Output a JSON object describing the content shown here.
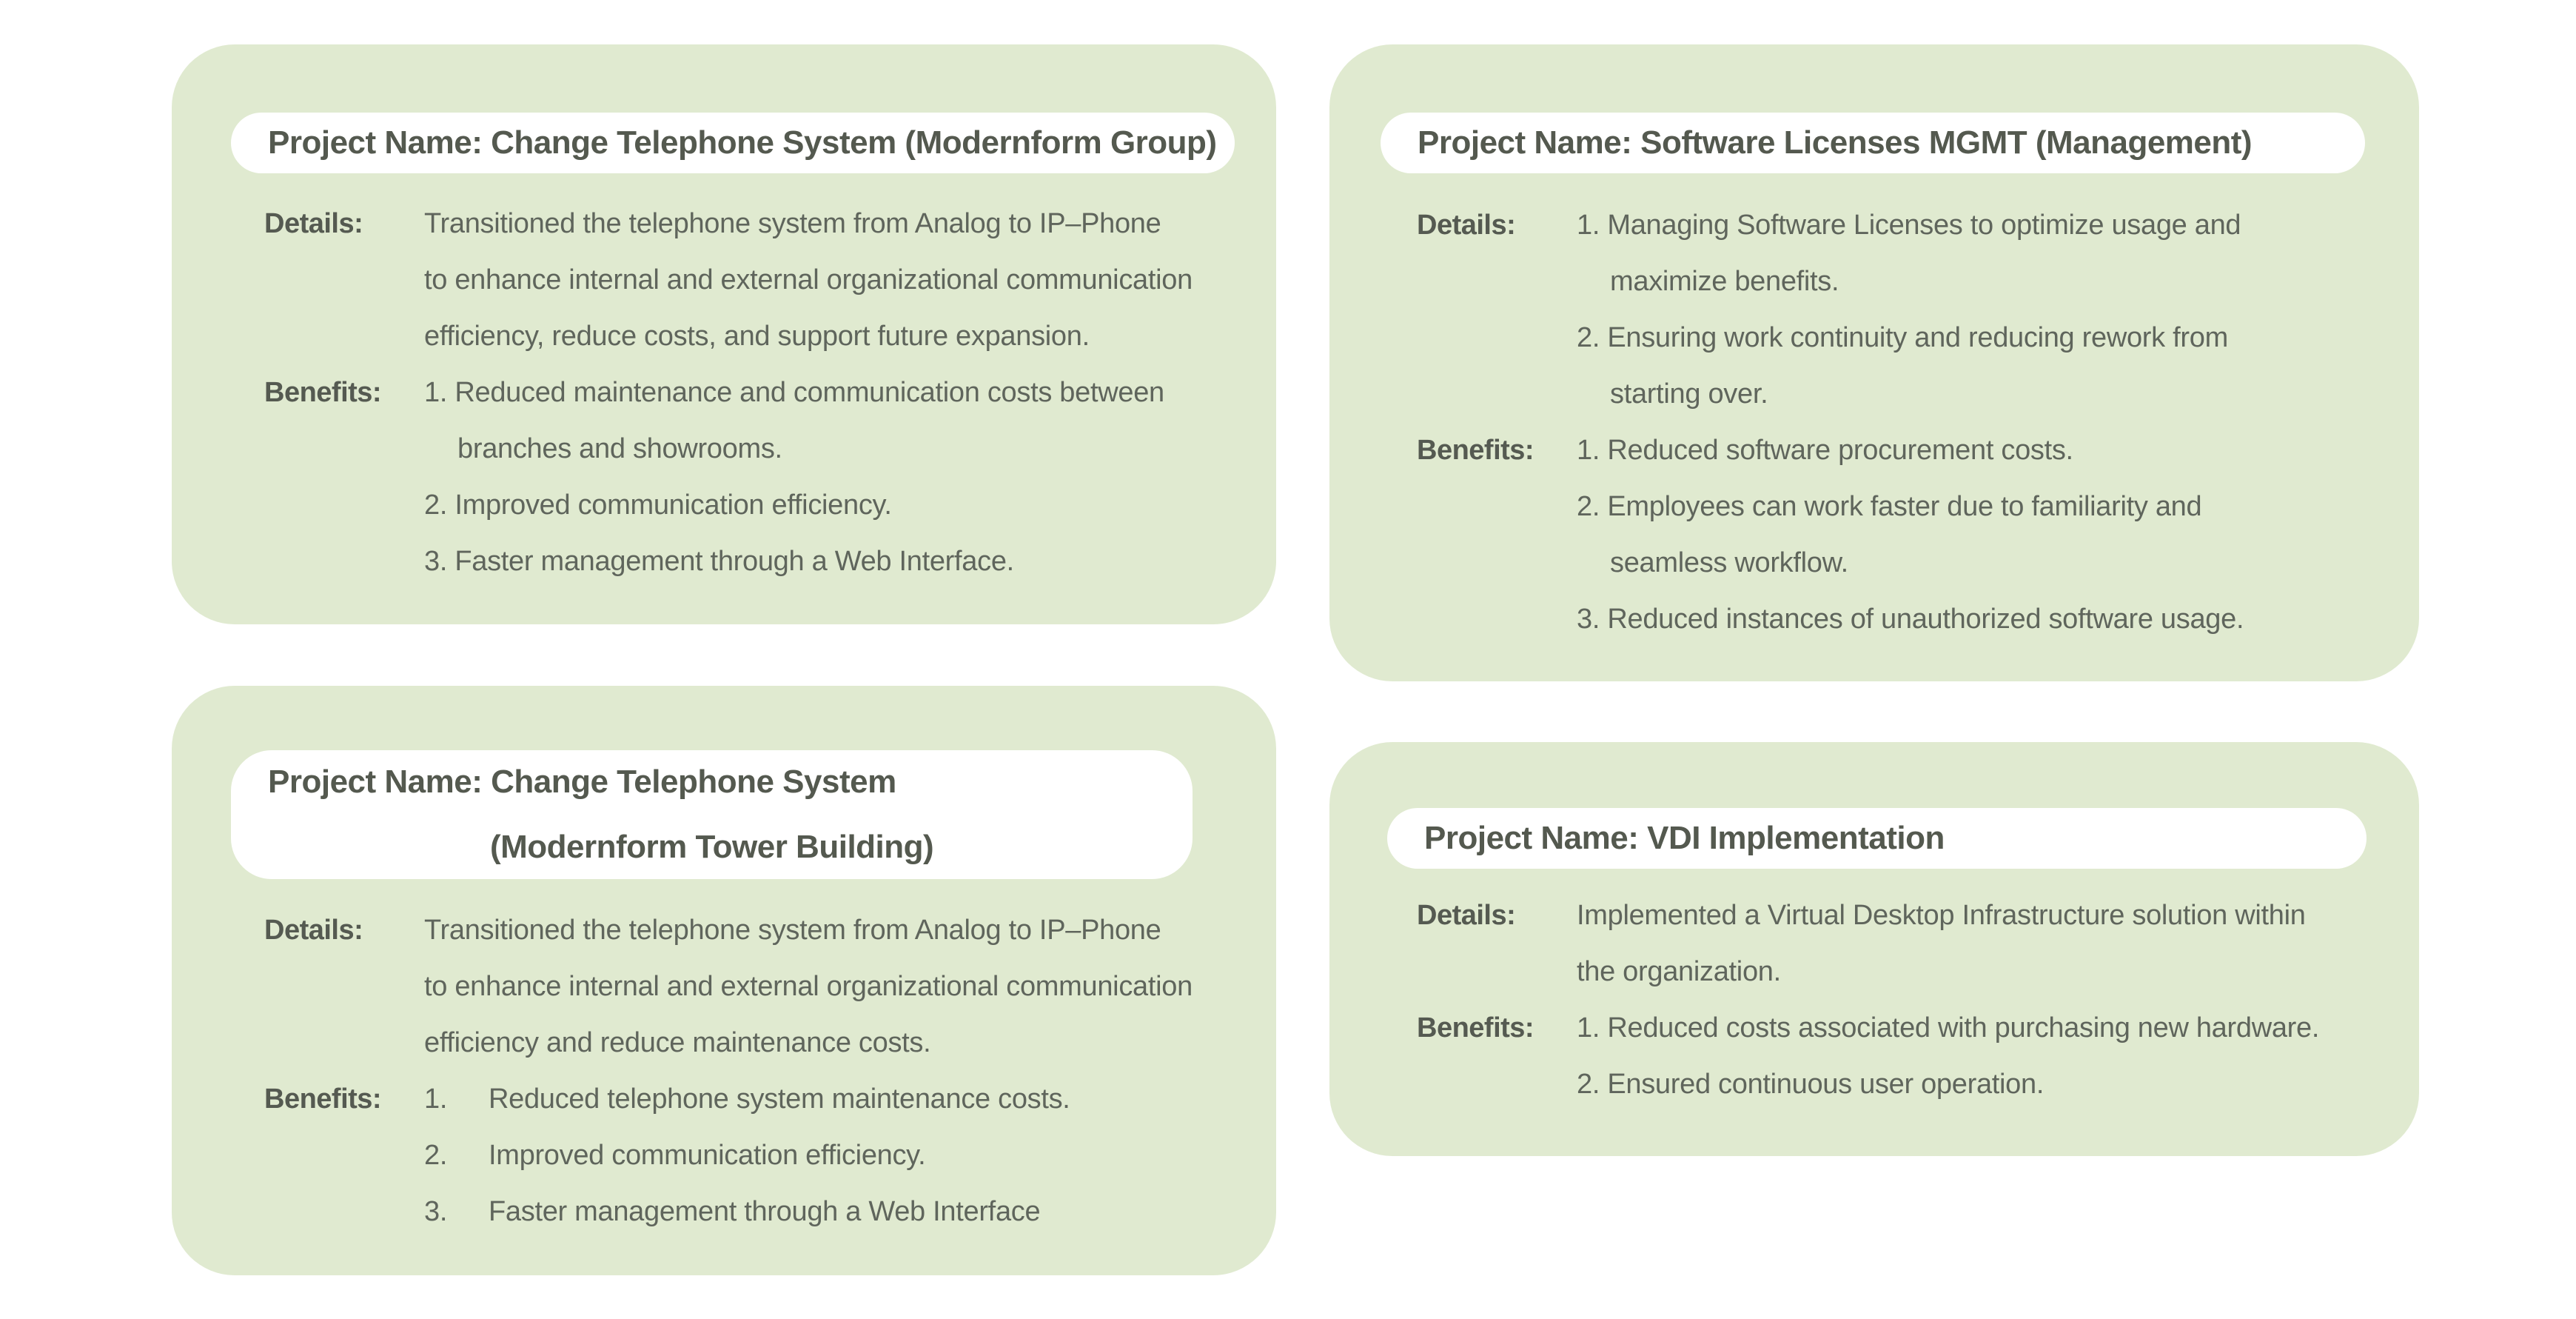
{
  "page": {
    "background": "#ffffff"
  },
  "colors": {
    "card_background": "#e0ead0",
    "pill_background": "#ffffff",
    "title_text": "#54594f",
    "body_text": "#5f655c"
  },
  "cards": [
    {
      "title_lines": [
        "Project Name: Change Telephone System (Modernform Group)"
      ],
      "details_label": "Details:",
      "benefits_label": "Benefits:",
      "details_lines": [
        "Transitioned the telephone system from Analog to IP–Phone",
        "to enhance internal and external organizational communication",
        "efficiency, reduce costs, and support future expansion."
      ],
      "benefits_lines": [
        "1. Reduced maintenance and communication costs between",
        "branches and showrooms.",
        "2. Improved communication efficiency.",
        "3. Faster management through a Web Interface."
      ]
    },
    {
      "title_lines": [
        "Project Name: Software Licenses MGMT (Management)"
      ],
      "details_label": "Details:",
      "benefits_label": "Benefits:",
      "details_lines": [
        "1. Managing Software Licenses to optimize usage and",
        "maximize benefits.",
        "2. Ensuring work continuity and reducing rework from",
        "starting over."
      ],
      "benefits_lines": [
        "1. Reduced software procurement costs.",
        "2. Employees can work faster due to familiarity and",
        "seamless workflow.",
        "3. Reduced instances of unauthorized software usage."
      ]
    },
    {
      "title_lines": [
        "Project Name: Change Telephone System",
        "(Modernform Tower Building)"
      ],
      "details_label": "Details:",
      "benefits_label": "Benefits:",
      "details_lines": [
        "Transitioned the telephone system from Analog to IP–Phone",
        "to enhance internal and external organizational communication",
        "efficiency and reduce maintenance costs."
      ],
      "benefits_items": [
        {
          "num": "1.",
          "text": "Reduced telephone system maintenance costs."
        },
        {
          "num": "2.",
          "text": "Improved communication efficiency."
        },
        {
          "num": "3.",
          "text": "Faster management through a Web Interface"
        }
      ]
    },
    {
      "title_lines": [
        "Project Name: VDI Implementation"
      ],
      "details_label": "Details:",
      "benefits_label": "Benefits:",
      "details_lines": [
        "Implemented a Virtual Desktop Infrastructure solution within",
        "the organization."
      ],
      "benefits_lines": [
        "1. Reduced costs associated with purchasing new hardware.",
        "2. Ensured continuous user operation."
      ]
    }
  ]
}
